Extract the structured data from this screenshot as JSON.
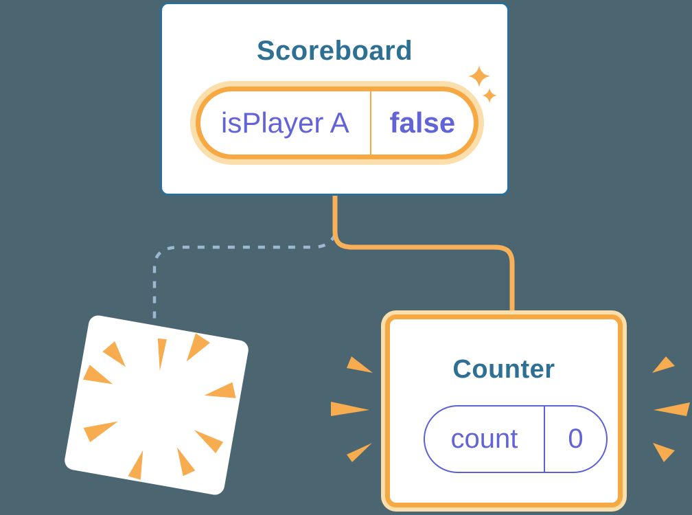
{
  "diagram_title": "component state preservation diagram",
  "scoreboard": {
    "title": "Scoreboard",
    "state": {
      "name": "isPlayer A",
      "value": "false"
    }
  },
  "counter": {
    "title": "Counter",
    "state": {
      "name": "count",
      "value": "0"
    }
  },
  "destroyed_component": {
    "label": ""
  },
  "icons": {
    "sparkles": "sparkles-icon",
    "poof_burst": "poof-burst-icon",
    "emphasis_rays": "emphasis-rays"
  },
  "colors": {
    "background": "#4b6670",
    "card_bg": "#ffffff",
    "blue_border": "#2a6f99",
    "blue_title": "#2e7093",
    "orange": "#f6a843",
    "orange_light": "#f9b159",
    "orange_glow": "#fadeab",
    "purple": "#6163d6",
    "purple_border": "#5b61d4",
    "dashed_blue": "#9ab9d0",
    "ray_orange": "#f6ac4f"
  }
}
